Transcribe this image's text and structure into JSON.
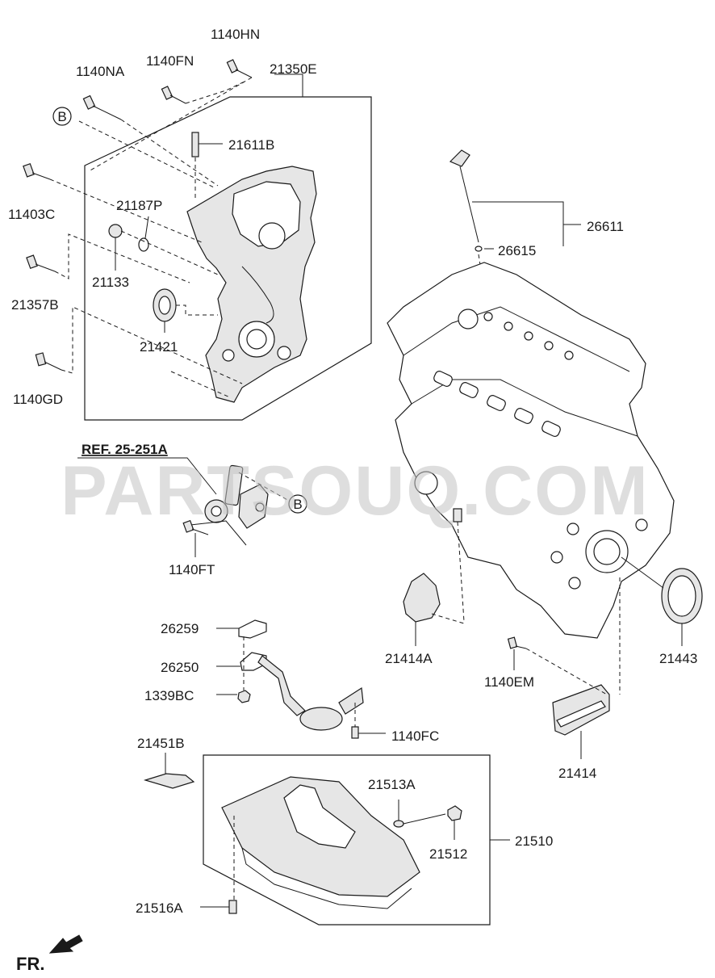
{
  "watermark": "PARTSOUQ.COM",
  "orientation_label": "FR.",
  "reference_label": "REF. 25-251A",
  "callout_letter": "B",
  "part_labels": {
    "p1140HN": "1140HN",
    "p1140FN": "1140FN",
    "p1140NA": "1140NA",
    "p21350E": "21350E",
    "p21611B": "21611B",
    "p11403C": "11403C",
    "p21187P": "21187P",
    "p21133": "21133",
    "p21357B": "21357B",
    "p21421": "21421",
    "p1140GD": "1140GD",
    "p26611": "26611",
    "p26615": "26615",
    "p1140FT": "1140FT",
    "p26259": "26259",
    "p26250": "26250",
    "p1339BC": "1339BC",
    "p1140FC": "1140FC",
    "p21414A": "21414A",
    "p1140EM": "1140EM",
    "p21443": "21443",
    "p21414": "21414",
    "p21451B": "21451B",
    "p21513A": "21513A",
    "p21512": "21512",
    "p21510": "21510",
    "p21516A": "21516A"
  }
}
